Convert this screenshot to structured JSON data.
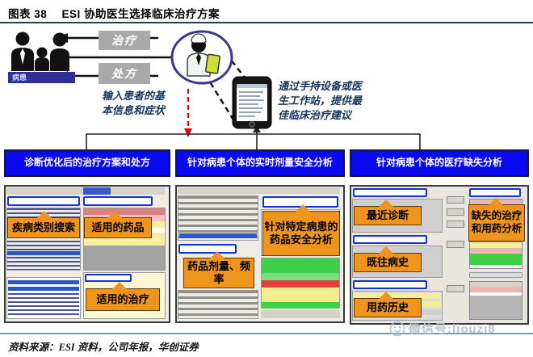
{
  "figure": {
    "label": "图表 38",
    "title": "ESI 协助医生选择临床治疗方案"
  },
  "diagram": {
    "patient_label": "病患",
    "arrow_labels": {
      "treatment": "治疗",
      "prescription": "处方"
    },
    "note_left": "输入患者的基\n本信息和症状",
    "note_right": "通过手持设备或医\n生工作站，提供最\n佳临床治疗建议"
  },
  "panels": [
    {
      "header": "诊断优化后的治疗方案和处方",
      "callouts": [
        "疾病类别搜索",
        "适用的药品",
        "适用的治疗"
      ]
    },
    {
      "header": "针对病患个体的实时剂量安全分析",
      "callouts": [
        "针对特定病患的药品安全分析",
        "药品剂量、频率"
      ]
    },
    {
      "header": "针对病患个体的医疗缺失分析",
      "callouts": [
        "最近诊断",
        "缺失的治疗和用药分析",
        "既往病史",
        "用药历史"
      ]
    }
  ],
  "footer": {
    "source": "资料来源：ESI 资料，公司年报，华创证券"
  },
  "watermark": {
    "text": "微信号:liouzi8"
  },
  "colors": {
    "header_blue": "#0a0af0",
    "callout_orange": "#ef941d",
    "highlight_blue": "#1133dd",
    "arrow_red": "#e80000",
    "banner_navy": "#2e3192",
    "rule_blue": "#7f9db9"
  }
}
